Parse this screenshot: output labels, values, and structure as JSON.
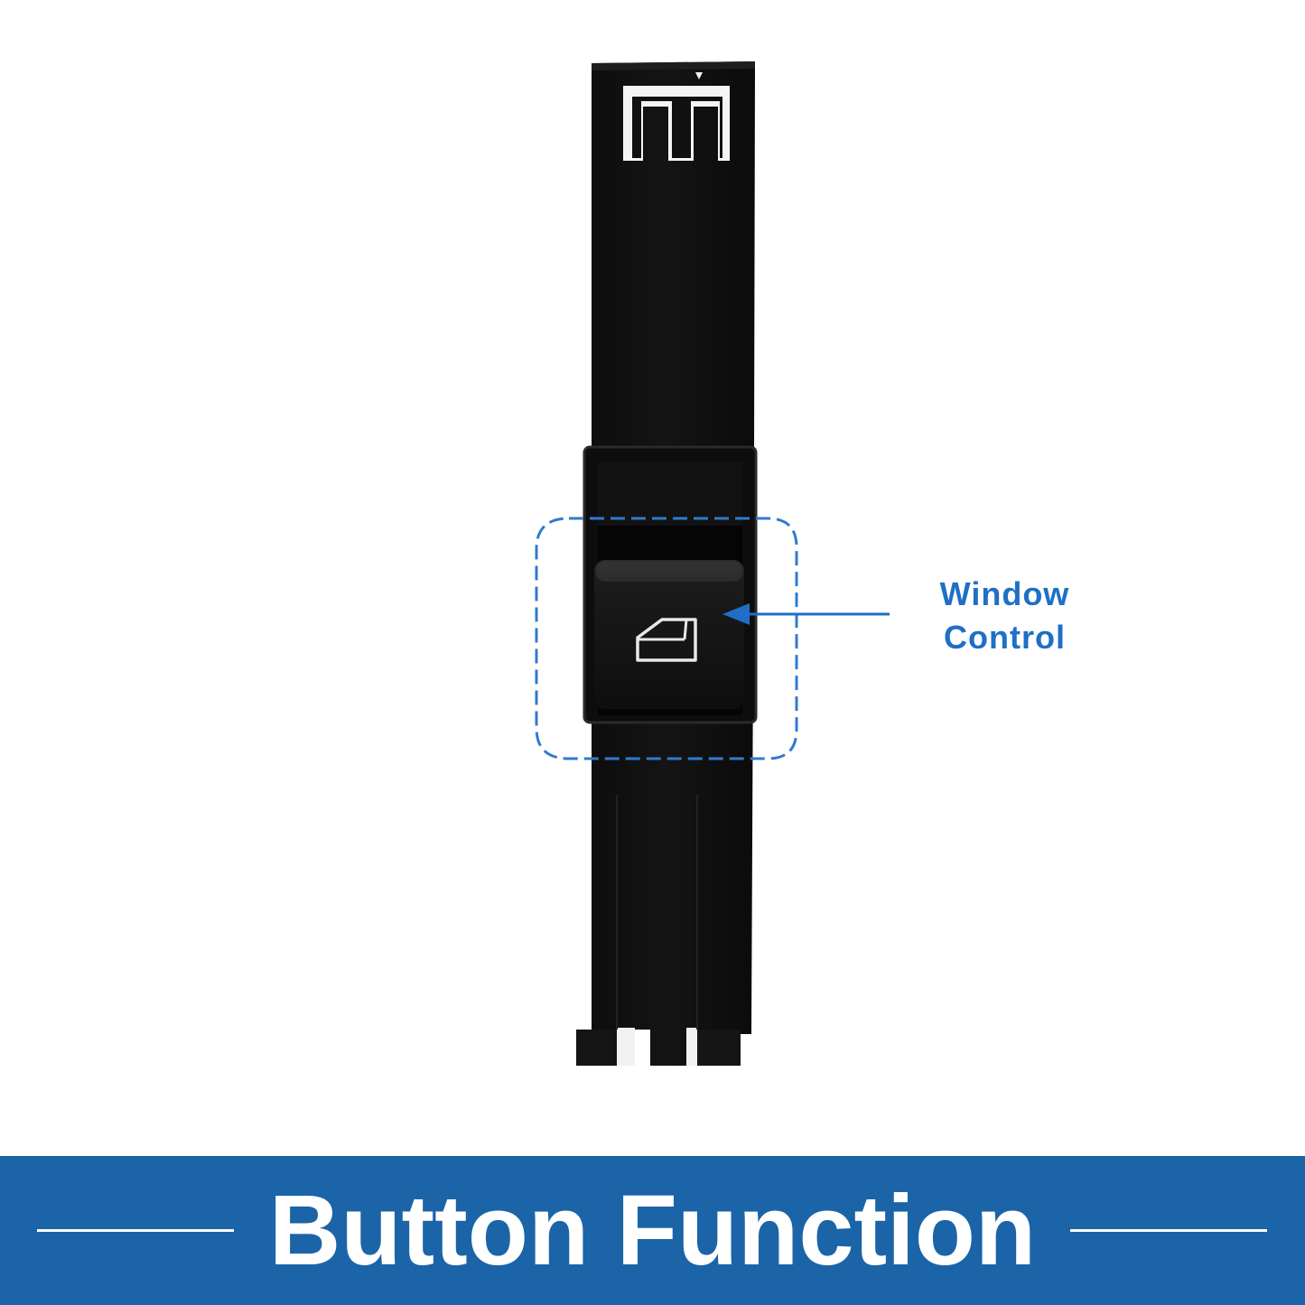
{
  "callout": {
    "line1": "Window",
    "line2": "Control",
    "color": "#1f6fc6"
  },
  "banner": {
    "title": "Button Function",
    "background": "#1b64a8"
  },
  "icons": {
    "switch_symbol": "window-icon"
  }
}
